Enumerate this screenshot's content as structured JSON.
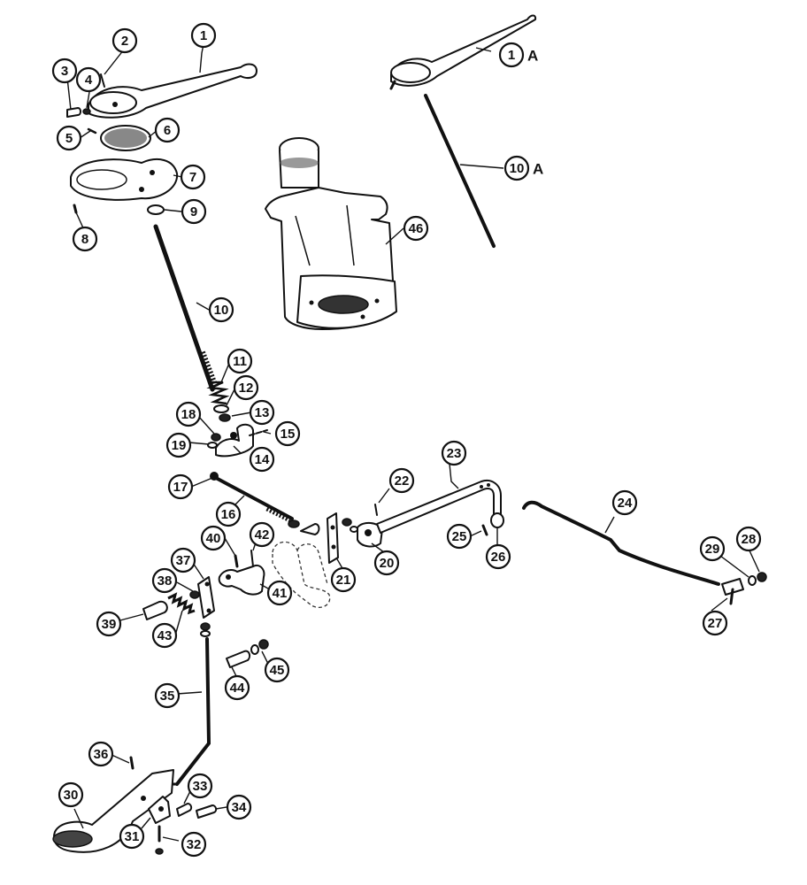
{
  "diagram": {
    "callouts": [
      {
        "id": "1",
        "suffix": ""
      },
      {
        "id": "1",
        "suffix": "A"
      },
      {
        "id": "2",
        "suffix": ""
      },
      {
        "id": "3",
        "suffix": ""
      },
      {
        "id": "4",
        "suffix": ""
      },
      {
        "id": "5",
        "suffix": ""
      },
      {
        "id": "6",
        "suffix": ""
      },
      {
        "id": "7",
        "suffix": ""
      },
      {
        "id": "8",
        "suffix": ""
      },
      {
        "id": "9",
        "suffix": ""
      },
      {
        "id": "10",
        "suffix": ""
      },
      {
        "id": "10",
        "suffix": "A"
      },
      {
        "id": "11",
        "suffix": ""
      },
      {
        "id": "12",
        "suffix": ""
      },
      {
        "id": "13",
        "suffix": ""
      },
      {
        "id": "14",
        "suffix": ""
      },
      {
        "id": "15",
        "suffix": ""
      },
      {
        "id": "16",
        "suffix": ""
      },
      {
        "id": "17",
        "suffix": ""
      },
      {
        "id": "18",
        "suffix": ""
      },
      {
        "id": "19",
        "suffix": ""
      },
      {
        "id": "20",
        "suffix": ""
      },
      {
        "id": "21",
        "suffix": ""
      },
      {
        "id": "22",
        "suffix": ""
      },
      {
        "id": "23",
        "suffix": ""
      },
      {
        "id": "24",
        "suffix": ""
      },
      {
        "id": "25",
        "suffix": ""
      },
      {
        "id": "26",
        "suffix": ""
      },
      {
        "id": "27",
        "suffix": ""
      },
      {
        "id": "28",
        "suffix": ""
      },
      {
        "id": "29",
        "suffix": ""
      },
      {
        "id": "30",
        "suffix": ""
      },
      {
        "id": "31",
        "suffix": ""
      },
      {
        "id": "32",
        "suffix": ""
      },
      {
        "id": "33",
        "suffix": ""
      },
      {
        "id": "34",
        "suffix": ""
      },
      {
        "id": "35",
        "suffix": ""
      },
      {
        "id": "36",
        "suffix": ""
      },
      {
        "id": "37",
        "suffix": ""
      },
      {
        "id": "38",
        "suffix": ""
      },
      {
        "id": "39",
        "suffix": ""
      },
      {
        "id": "40",
        "suffix": ""
      },
      {
        "id": "41",
        "suffix": ""
      },
      {
        "id": "42",
        "suffix": ""
      },
      {
        "id": "43",
        "suffix": ""
      },
      {
        "id": "44",
        "suffix": ""
      },
      {
        "id": "45",
        "suffix": ""
      },
      {
        "id": "46",
        "suffix": ""
      }
    ]
  }
}
